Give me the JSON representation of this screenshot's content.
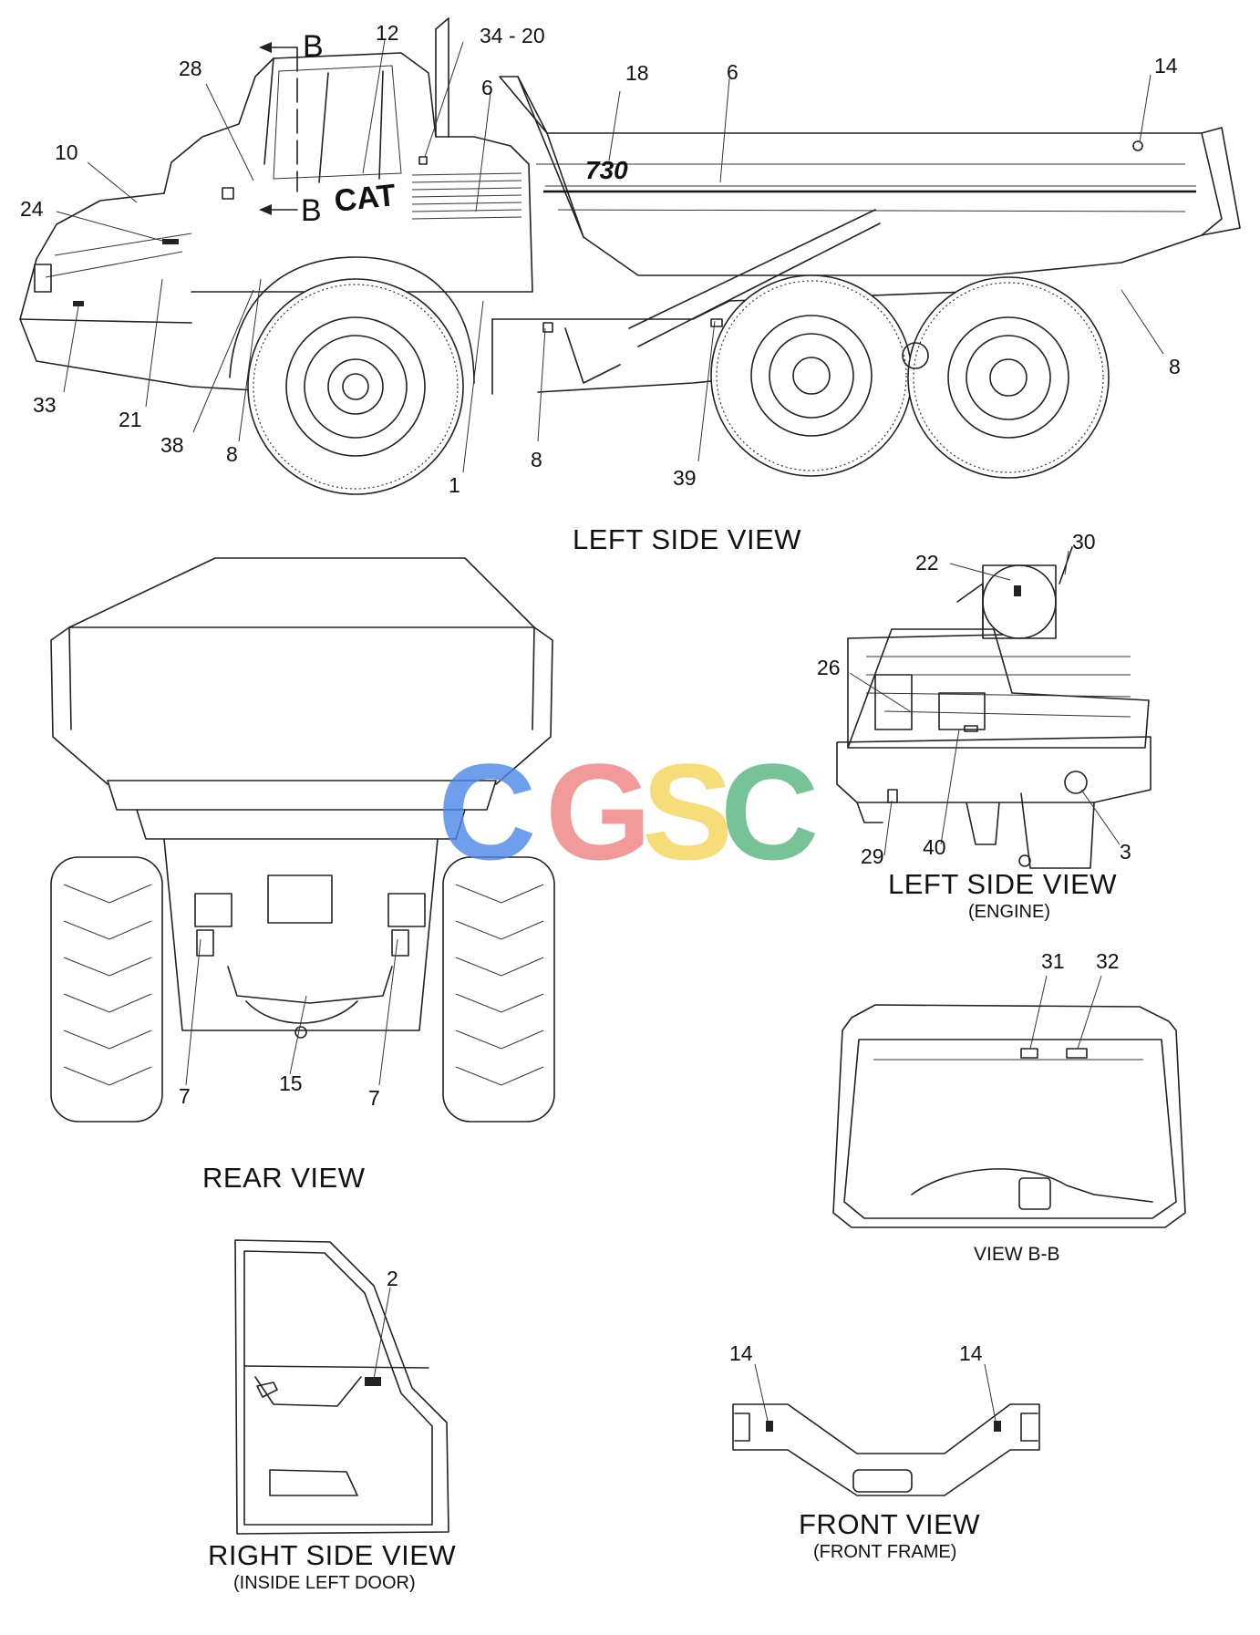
{
  "views": {
    "left_side": {
      "title": "LEFT SIDE VIEW"
    },
    "engine": {
      "title": "LEFT SIDE VIEW",
      "subtitle": "(ENGINE)"
    },
    "rear": {
      "title": "REAR VIEW"
    },
    "view_bb": {
      "title": "VIEW B-B"
    },
    "right_side": {
      "title": "RIGHT SIDE VIEW",
      "subtitle": "(INSIDE LEFT DOOR)"
    },
    "front": {
      "title": "FRONT VIEW",
      "subtitle": "(FRONT FRAME)"
    }
  },
  "section_marks": {
    "upper": "B",
    "lower": "B"
  },
  "decals": {
    "brand": "CAT",
    "model": "730"
  },
  "callouts": {
    "c28": "28",
    "c12": "12",
    "c34_20": "34 - 20",
    "c6a": "6",
    "c18": "18",
    "c6b": "6",
    "c14a": "14",
    "c10": "10",
    "c24": "24",
    "c33": "33",
    "c21": "21",
    "c38": "38",
    "c8a": "8",
    "c1": "1",
    "c8b": "8",
    "c39": "39",
    "c8c": "8",
    "c22": "22",
    "c30": "30",
    "c26": "26",
    "c29": "29",
    "c40": "40",
    "c3": "3",
    "c7a": "7",
    "c15": "15",
    "c7b": "7",
    "c31": "31",
    "c32": "32",
    "c2": "2",
    "c14b": "14",
    "c14c": "14"
  },
  "watermark": {
    "letters": [
      "C",
      "G",
      "S",
      "C"
    ],
    "colors": [
      "#4a86e8",
      "#f08080",
      "#f6d45a",
      "#57b37f"
    ]
  }
}
